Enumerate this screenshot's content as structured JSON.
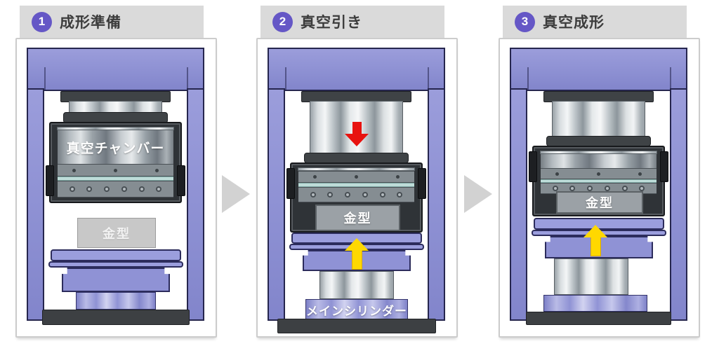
{
  "figure": {
    "colors": {
      "accent_badge": "#6557c6",
      "header_bg": "#dadada",
      "frame_purple": "#8c8fd2",
      "chamber_dark": "#2f3337",
      "red_arrow": "#e8120f",
      "yellow_arrow": "#ffd800",
      "next_arrow_gray": "#d2d2d2"
    },
    "steps": [
      {
        "number": "1",
        "title": "成形準備",
        "labels": {
          "chamber": "真空チャンバー",
          "mold": "金型"
        }
      },
      {
        "number": "2",
        "title": "真空引き",
        "labels": {
          "mold": "金型",
          "main_cylinder": "メインシリンダー"
        }
      },
      {
        "number": "3",
        "title": "真空成形",
        "labels": {
          "mold": "金型"
        }
      }
    ]
  }
}
